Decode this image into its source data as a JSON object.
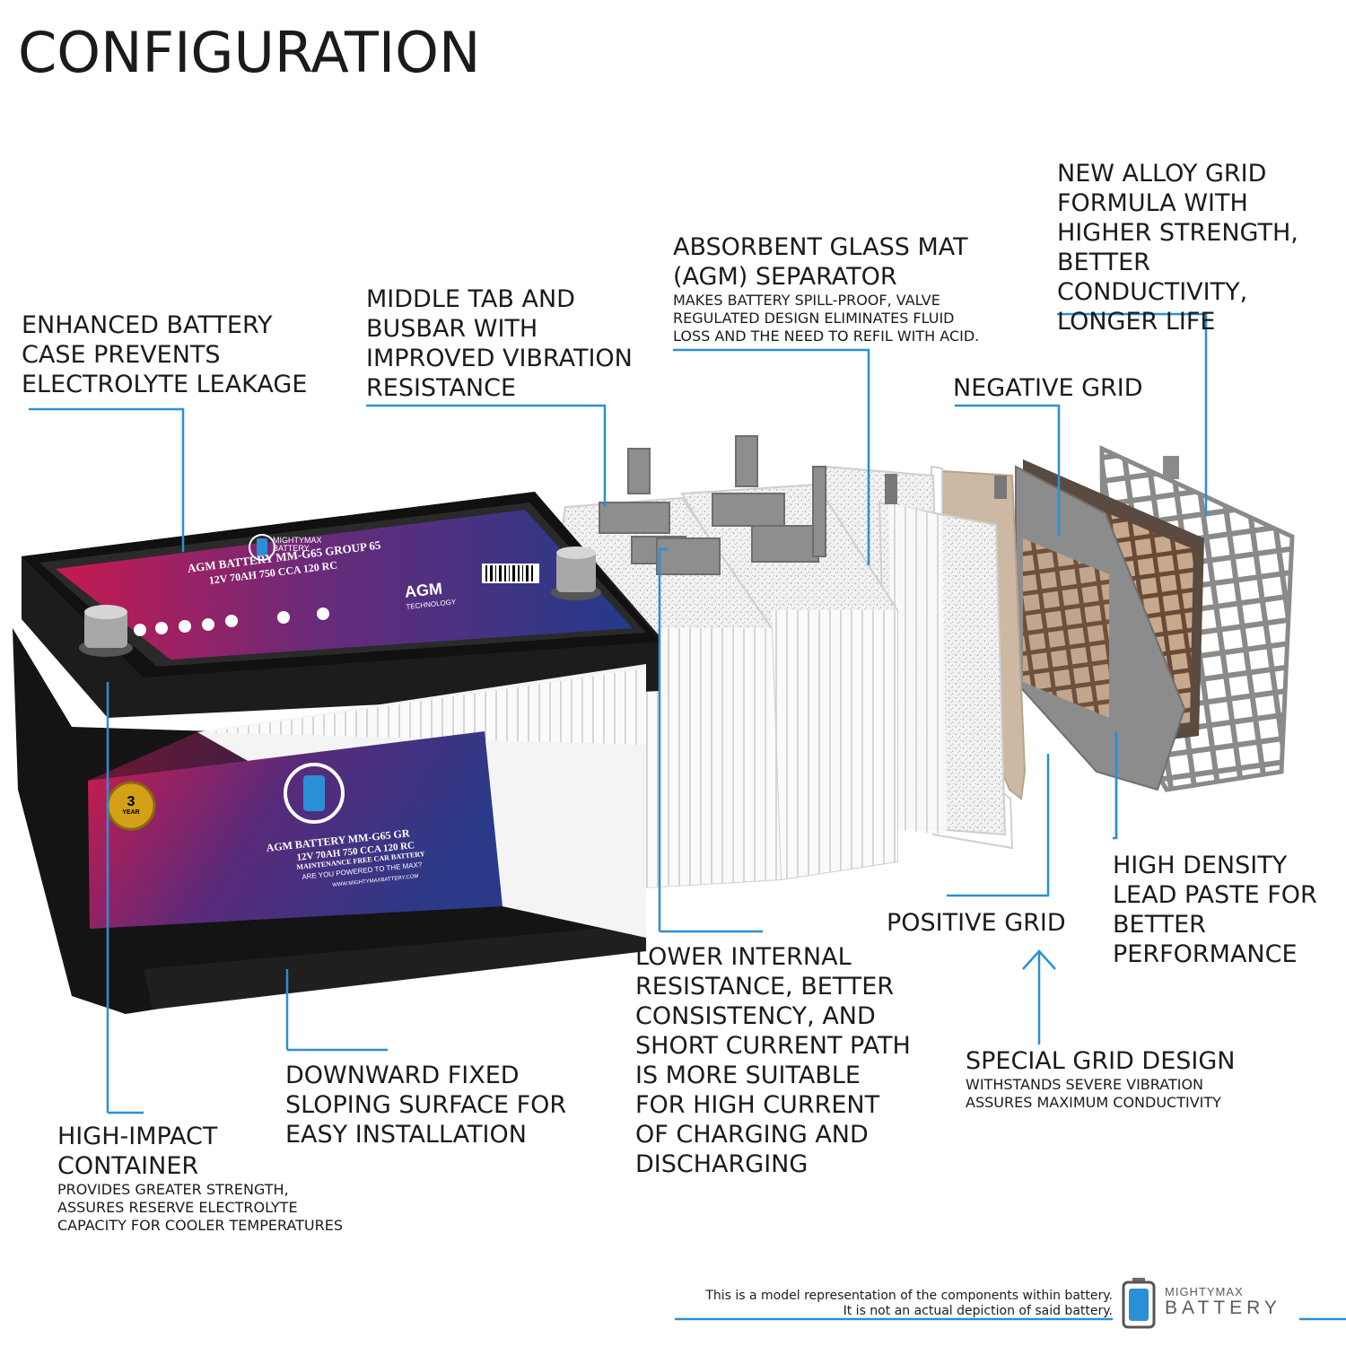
{
  "heading": "CONFIGURATION",
  "colors": {
    "accent": "#2b8fd6",
    "case": "#1a1a1a",
    "label_purple": "#3b2a7a",
    "label_magenta": "#c8194f",
    "plate_tan": "#cdb9a3",
    "plate_gray": "#8c8c8c",
    "grid_brown": "#5a4a40"
  },
  "callouts": {
    "case": {
      "title": "ENHANCED BATTERY\nCASE PREVENTS\nELECTROLYTE LEAKAGE"
    },
    "tab": {
      "title": "MIDDLE TAB AND\nBUSBAR WITH\nIMPROVED VIBRATION\nRESISTANCE"
    },
    "agm": {
      "title": "ABSORBENT GLASS MAT\n(AGM) SEPARATOR",
      "sub": "MAKES BATTERY SPILL-PROOF, VALVE\nREGULATED DESIGN ELIMINATES FLUID\nLOSS AND THE NEED TO REFIL WITH ACID."
    },
    "alloy": {
      "title": "NEW ALLOY GRID\nFORMULA WITH\nHIGHER STRENGTH,\nBETTER CONDUCTIVITY,\nLONGER LIFE"
    },
    "negative": {
      "title": "NEGATIVE GRID"
    },
    "density": {
      "title": "HIGH DENSITY\nLEAD PASTE FOR\nBETTER\nPERFORMANCE"
    },
    "positive": {
      "title": "POSITIVE GRID"
    },
    "resistance": {
      "title": "LOWER INTERNAL\nRESISTANCE, BETTER\nCONSISTENCY, AND\nSHORT CURRENT PATH\nIS MORE SUITABLE\nFOR HIGH CURRENT\nOF CHARGING AND\nDISCHARGING"
    },
    "special": {
      "title": "SPECIAL GRID DESIGN",
      "sub": "WITHSTANDS SEVERE VIBRATION\nASSURES MAXIMUM CONDUCTIVITY"
    },
    "sloping": {
      "title": "DOWNWARD FIXED\nSLOPING SURFACE FOR\nEASY INSTALLATION"
    },
    "container": {
      "title": "HIGH-IMPACT\nCONTAINER",
      "sub": "PROVIDES GREATER STRENGTH,\nASSURES RESERVE ELECTROLYTE\nCAPACITY FOR COOLER TEMPERATURES"
    }
  },
  "battery_label": {
    "brand_top": "MIGHTYMAX",
    "brand_bottom": "BATTERY",
    "line1": "AGM BATTERY MM-G65 GROUP 65",
    "line2": "12V  70AH  750 CCA  120 RC",
    "tech": "AGM",
    "tech_sub": "TECHNOLOGY",
    "front_line1": "AGM BATTERY MM-G65 GR",
    "front_line2": "12V  70AH  750 CCA  120 RC",
    "front_line3": "MAINTENANCE FREE CAR BATTERY",
    "front_line4": "ARE YOU POWERED TO THE MAX?",
    "front_url": "WWW.MIGHTYMAXBATTERY.COM",
    "warranty_num": "3",
    "warranty_text": "YEAR"
  },
  "disclaimer": "This is a model representation of the components within battery.\nIt is not an actual depiction of said battery.",
  "footer_logo": {
    "top": "MIGHTYMAX",
    "bottom": "BATTERY"
  }
}
